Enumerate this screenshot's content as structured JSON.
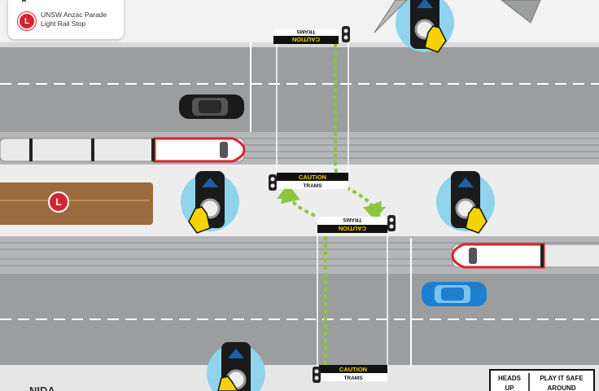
{
  "legend": {
    "badge_letter": "L",
    "stop_name_line1": "UNSW Anzac Parade",
    "stop_name_line2": "Light Rail Stop",
    "star_icon": "star-icon",
    "check_icon": "check-icon"
  },
  "signs": {
    "caution": "CAUTION",
    "trams": "TRAMS"
  },
  "platform_badge": "L",
  "place_label": "NIDA",
  "campaign": {
    "heads": "HEADS",
    "up": "UP",
    "play_it_safe": "PLAY IT SAFE",
    "around": "AROUND"
  },
  "colors": {
    "road": "#9b9d9f",
    "road_light": "#d8d9da",
    "tram_lane": "#b5b6b8",
    "walk_path": "#8cc63f",
    "tram_red": "#d7232e",
    "caution_yellow": "#f5d200",
    "car_blue": "#1d7fcf",
    "platform_brown": "#9b6a3f",
    "signal_blue": "#8fd3ec"
  },
  "icons": [
    "pedestrian-button-icon",
    "hand-pointer-icon",
    "walk-arrow-icon",
    "tram-icon",
    "car-icon"
  ]
}
